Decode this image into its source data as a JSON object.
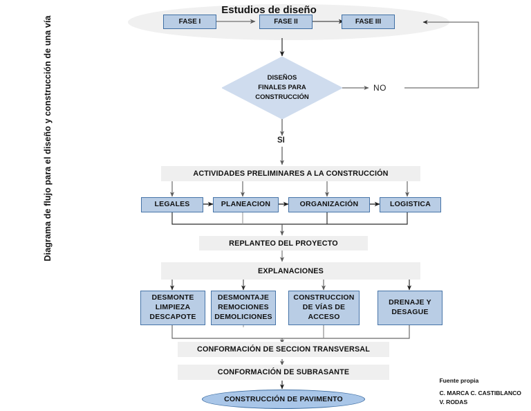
{
  "page": {
    "vertical_title": "Diagrama de flujo para el diseño y construcción de una vía",
    "heading": "Estudios de diseño"
  },
  "phases": [
    {
      "label": "FASE I"
    },
    {
      "label": "FASE II"
    },
    {
      "label": "FASE III"
    }
  ],
  "decision": {
    "line1": "DISEÑOS",
    "line2": "FINALES PARA",
    "line3": "CONSTRUCCIÓN",
    "yes_label": "SI",
    "no_label": "NO"
  },
  "bands": {
    "preliminares": "ACTIVIDADES PRELIMINARES A LA CONSTRUCCIÓN",
    "replanteo": "REPLANTEO DEL PROYECTO",
    "explanaciones": "EXPLANACIONES",
    "seccion": "CONFORMACIÓN DE SECCION TRANSVERSAL",
    "subrasante": "CONFORMACIÓN DE SUBRASANTE"
  },
  "preliminary_boxes": [
    {
      "label": "LEGALES"
    },
    {
      "label": "PLANEACION"
    },
    {
      "label": "ORGANIZACIÓN"
    },
    {
      "label": "LOGISTICA"
    }
  ],
  "explanation_boxes": [
    {
      "line1": "DESMONTE",
      "line2": "LIMPIEZA",
      "line3": "DESCAPOTE"
    },
    {
      "line1": "DESMONTAJE",
      "line2": "REMOCIONES",
      "line3": "DEMOLICIONES"
    },
    {
      "line1": "CONSTRUCCION",
      "line2": "DE VÍAS DE",
      "line3": "ACCESO"
    },
    {
      "line1": "DRENAJE Y",
      "line2": "DESAGUE",
      "line3": ""
    }
  ],
  "terminal": {
    "label": "CONSTRUCCIÓN DE PAVIMENTO"
  },
  "credits": {
    "source": "Fuente propia",
    "author1": "C.  MARCA C. CASTIBLANCO",
    "author2": "V. RODAS"
  },
  "colors": {
    "box_fill": "#b9cde5",
    "box_border": "#4573a7",
    "band_fill": "#efefef",
    "oval_fill": "#a9c6e8",
    "backdrop_ellipse": "#f0f0f0",
    "connector": "#6b6b6b"
  }
}
